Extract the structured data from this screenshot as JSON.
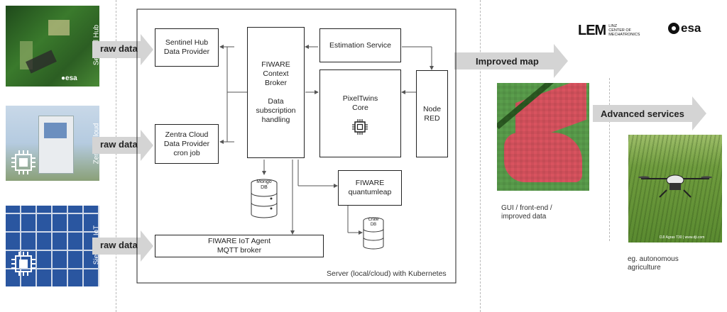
{
  "sources": [
    {
      "label": "Sentinel Hub",
      "logo": "esa",
      "color": "#2f6d2a"
    },
    {
      "label": "Zentra Cloud",
      "color": "#9bb8d6"
    },
    {
      "label": "Siegi PV IoT",
      "color": "#2a56a0"
    }
  ],
  "raw_data_label": "raw data",
  "server_label": "Server (local/cloud) with Kubernetes",
  "boxes": {
    "sentinel_provider": [
      "Sentinel Hub",
      "Data Provider"
    ],
    "zentra_provider": [
      "Zentra Cloud",
      "Data Provider",
      "cron job"
    ],
    "iot_agent": [
      "FIWARE IoT Agent",
      "MQTT broker"
    ],
    "context_broker": [
      "FIWARE",
      "Context",
      "Broker",
      "",
      "Data",
      "subscription",
      "handling"
    ],
    "estimation": [
      "Estimation Service"
    ],
    "pixeltwins": [
      "PixelTwins",
      "Core"
    ],
    "node_red": [
      "Node",
      "RED"
    ],
    "quantumleap": [
      "FIWARE",
      "quantumleap"
    ]
  },
  "db": {
    "mongo": [
      "Mongo",
      "DB"
    ],
    "crate": [
      "Crate",
      "DB"
    ]
  },
  "improved_map_label": "Improved map",
  "advanced_services_label": "Advanced services",
  "gui_caption": [
    "GUI / front-end /",
    "improved data"
  ],
  "agri_caption": [
    "eg. autonomous",
    "agriculture"
  ],
  "drone_credit": "DJI Agras T30 | www.dji.com",
  "logos": {
    "lcm_mark": "LEM",
    "lcm_text": [
      "LINZ",
      "CENTER OF",
      "MECHATRONICS"
    ],
    "esa": "esa"
  },
  "colors": {
    "arrow": "#d4d4d4",
    "map_red": "#d9535f",
    "map_green": "#5a9e4c",
    "field": "#6f9c3e"
  }
}
